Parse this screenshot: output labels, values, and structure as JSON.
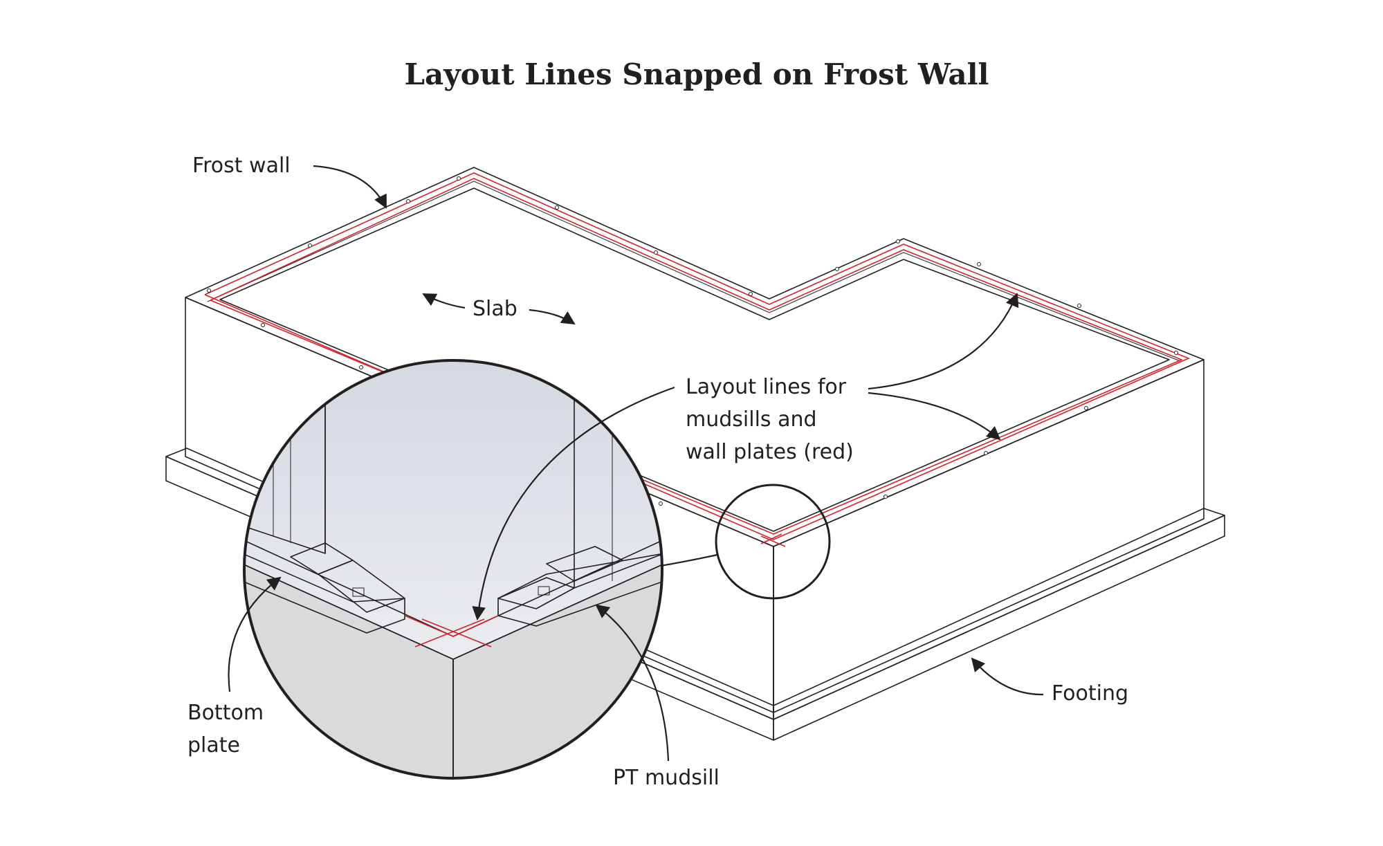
{
  "title": "Layout Lines Snapped on Frost Wall",
  "labels": {
    "frost_wall": "Frost wall",
    "slab": "Slab",
    "layout_lines": [
      "Layout lines for",
      "mudsills and",
      "wall plates (red)"
    ],
    "bottom_plate": [
      "Bottom",
      "plate"
    ],
    "pt_mudsill": "PT mudsill",
    "footing": "Footing"
  },
  "colors": {
    "layout_line": "#d2232a",
    "ink": "#231f20",
    "slab": "#dcdddf",
    "wall_face": "#ececec",
    "footing": "#e2e2e2",
    "lumber": "#efedc9"
  }
}
